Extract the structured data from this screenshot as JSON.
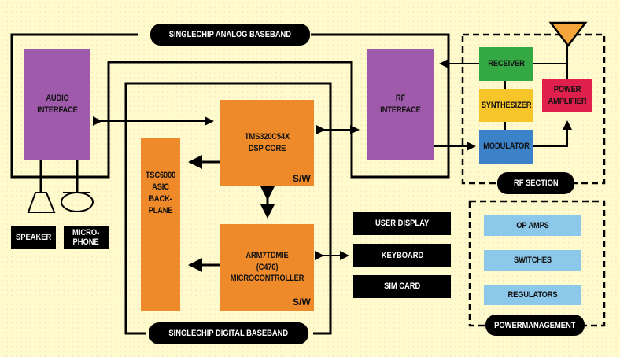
{
  "colors": {
    "background": "#fffbcc",
    "purple": "#a05aac",
    "orange": "#ee8a2a",
    "green": "#34a843",
    "yellow": "#f6c52a",
    "blue": "#3b82c8",
    "red": "#e0204c",
    "light_blue": "#8cc8ea",
    "antenna": "#f5a53a"
  },
  "groups": {
    "analog": "SINGLECHIP  ANALOG  BASEBAND",
    "digital": "SINGLECHIP DIGITAL  BASEBAND",
    "rf": "RF SECTION",
    "power": "POWERMANAGEMENT"
  },
  "blocks": {
    "audio": "AUDIO\nINTERFACE",
    "rf_interface": "RF\nINTERFACE",
    "dsp": "TMS320C54X\nDSP CORE",
    "asic": "TSC6000\nASIC\nBACK-\nPLANE",
    "mcu": "ARM7TDMIE\n(C470)\nMICROCONTROLLER",
    "sw_label": "S/W",
    "receiver": "RECEIVER",
    "synthesizer": "SYNTHESIZER",
    "modulator": "MODULATOR",
    "power_amp": "POWER\nAMPLIFIER",
    "op_amps": "OP AMPS",
    "switches": "SWITCHES",
    "regulators": "REGULATORS"
  },
  "peripherals": {
    "user_display": "USER DISPLAY",
    "keyboard": "KEYBOARD",
    "sim_card": "SIM CARD",
    "speaker": "SPEAKER",
    "microphone": "MICRO-\nPHONE"
  },
  "icons": {
    "antenna": "antenna-icon",
    "speaker": "speaker-icon",
    "microphone": "microphone-icon"
  }
}
